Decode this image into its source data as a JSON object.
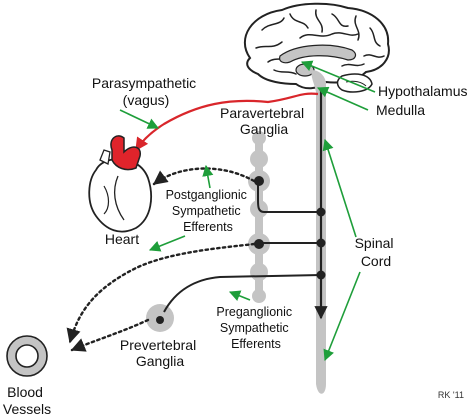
{
  "labels": {
    "parasympathetic": [
      "Parasympathetic",
      "(vagus)"
    ],
    "paravertebral": [
      "Paravertebral",
      "Ganglia"
    ],
    "hypothalamus": "Hypothalamus",
    "medulla": "Medulla",
    "postganglionic": [
      "Postganglionic",
      "Sympathetic",
      "Efferents"
    ],
    "heart": "Heart",
    "spinal_cord": [
      "Spinal",
      "Cord"
    ],
    "preganglionic": [
      "Preganglionic",
      "Sympathetic",
      "Efferents"
    ],
    "prevertebral": [
      "Prevertebral",
      "Ganglia"
    ],
    "blood_vessels": [
      "Blood",
      "Vessels"
    ],
    "credit": "RK '11"
  },
  "colors": {
    "pointer_arrow": "#1e9e3a",
    "vagus_nerve": "#d9262b",
    "cord_and_ganglia": "#c4c4c4",
    "neuron": "#222222",
    "heart_red": "#e0242b"
  },
  "icons": [
    "brain-icon",
    "heart-icon",
    "blood-vessel-icon"
  ]
}
